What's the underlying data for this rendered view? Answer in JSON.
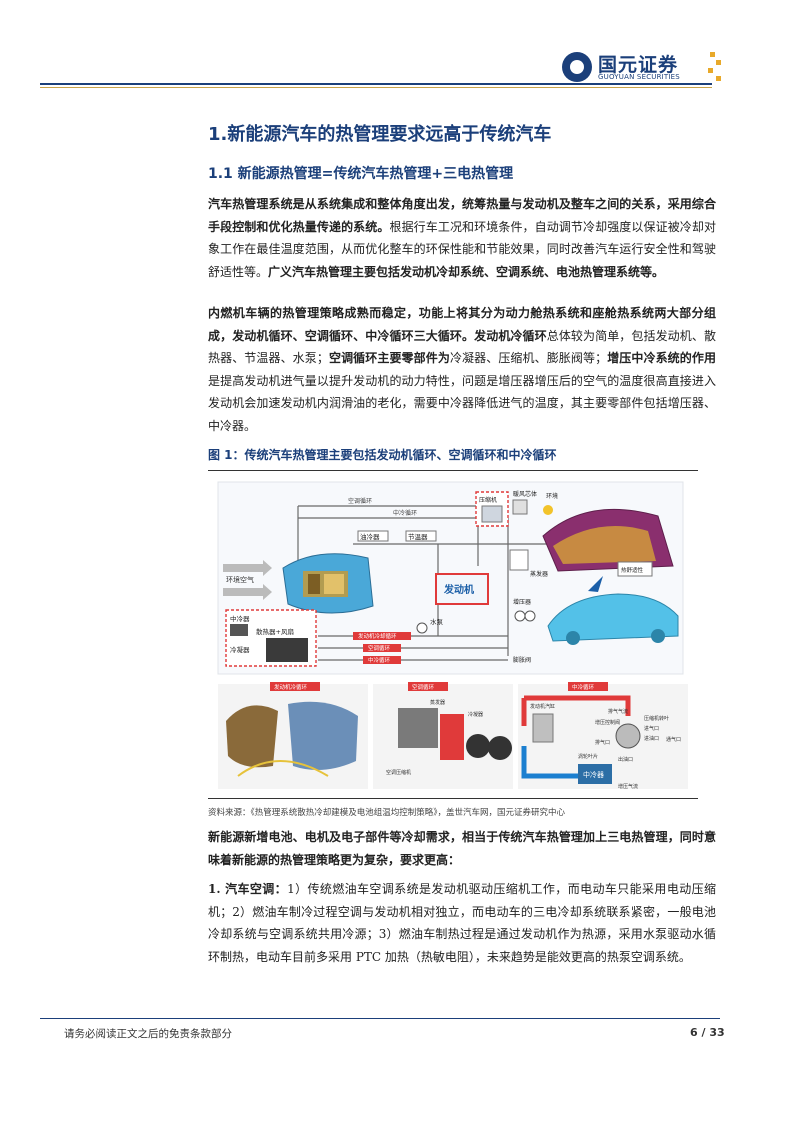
{
  "header": {
    "logo_cn": "国元证券",
    "logo_en": "GUOYUAN SECURITIES"
  },
  "section_title": "1.新能源汽车的热管理要求远高于传统汽车",
  "subsection_title": "1.1 新能源热管理=传统汽车热管理+三电热管理",
  "para1": {
    "b1": "汽车热管理系统是从系统集成和整体角度出发，统筹热量与发动机及整车之间的关系，采用综合手段控制和优化热量传递的系统。",
    "t1": "根据行车工况和环境条件，自动调节冷却强度以保证被冷却对象工作在最佳温度范围，从而优化整车的环保性能和节能效果，同时改善汽车运行安全性和驾驶舒适性等。",
    "b2": "广义汽车热管理主要包括发动机冷却系统、空调系统、电池热管理系统等。"
  },
  "para2": {
    "b1": "内燃机车辆的热管理策略成熟而稳定，功能上将其分为动力舱热系统和座舱热系统两大部分组成，发动机循环、空调循环、中冷循环三大循环。",
    "b2": "发动机冷循环",
    "t1": "总体较为简单，包括发动机、散热器、节温器、水泵；",
    "b3": "空调循环主要零部件为",
    "t2": "冷凝器、压缩机、膨胀阀等；",
    "b4": "增压中冷系统的作用",
    "t3": "是提高发动机进气量以提升发动机的动力特性，问题是增压器增压后的空气的温度很高直接进入发动机会加速发动机内润滑油的老化，需要中冷器降低进气的温度，其主要零部件包括增压器、中冷器。"
  },
  "figure": {
    "title": "图 1：传统汽车热管理主要包括发动机循环、空调循环和中冷循环",
    "labels": {
      "ac_loop": "空调循环",
      "intercool_loop": "中冷循环",
      "oil_cooler": "油冷器",
      "thermostat": "节温器",
      "engine": "发动机",
      "ambient_air": "环境空气",
      "intercooler": "中冷器",
      "radiator_fan": "散热器+风扇",
      "condenser": "冷凝器",
      "water_pump": "水泵",
      "compressor": "压缩机",
      "heater_core": "暖风芯体",
      "environment": "环境",
      "evaporator": "蒸发器",
      "supercharger": "增压器",
      "expansion_valve": "膨胀阀",
      "thermal_comfort": "热舒适性",
      "engine_loop_tag": "发动机冷却循环",
      "ac_loop_tag": "空调循环",
      "ic_loop_tag": "中冷循环",
      "panel1_tag": "发动机冷循环",
      "panel2_tag": "空调循环",
      "panel3_tag": "中冷循环",
      "panel2_evap": "蒸发器",
      "panel2_cond": "冷凝器",
      "panel2_cold": "空调压缩机",
      "panel3_exhaust": "排气气流",
      "panel3_cylinder": "发动机汽缸",
      "panel3_wastegate": "增压控制阀",
      "panel3_outlet": "排气口",
      "panel3_turbo": "压缩机转叶",
      "panel3_inlet": "进气口",
      "panel3_inlet2": "进油口",
      "panel3_outlet2": "出油口",
      "panel3_blade": "涡轮叶片",
      "panel3_ic": "中冷器",
      "panel3_intake": "增压气流",
      "panel3_air": "通气口"
    }
  },
  "source": "资料来源：《热管理系统散热冷却建模及电池组温均控制策略》，盖世汽车网，国元证券研究中心",
  "para3": {
    "b1": "新能源新增电池、电机及电子部件等冷却需求，相当于传统汽车热管理加上三电热管理，同时意味着新能源的热管理策略更为复杂，要求更高："
  },
  "para4": {
    "b1": "1. 汽车空调：",
    "t1": "1）传统燃油车空调系统是发动机驱动压缩机工作，而电动车只能采用电动压缩机；2）燃油车制冷过程空调与发动机相对独立，而电动车的三电冷却系统联系紧密，一般电池冷却系统与空调系统共用冷源；3）燃油车制热过程是通过发动机作为热源，采用水泵驱动水循环制热，电动车目前多采用 PTC 加热（热敏电阻），未来趋势是能效更高的热泵空调系统。"
  },
  "footer": {
    "disclaimer": "请务必阅读正文之后的免责条款部分",
    "page": "6 / 33"
  }
}
